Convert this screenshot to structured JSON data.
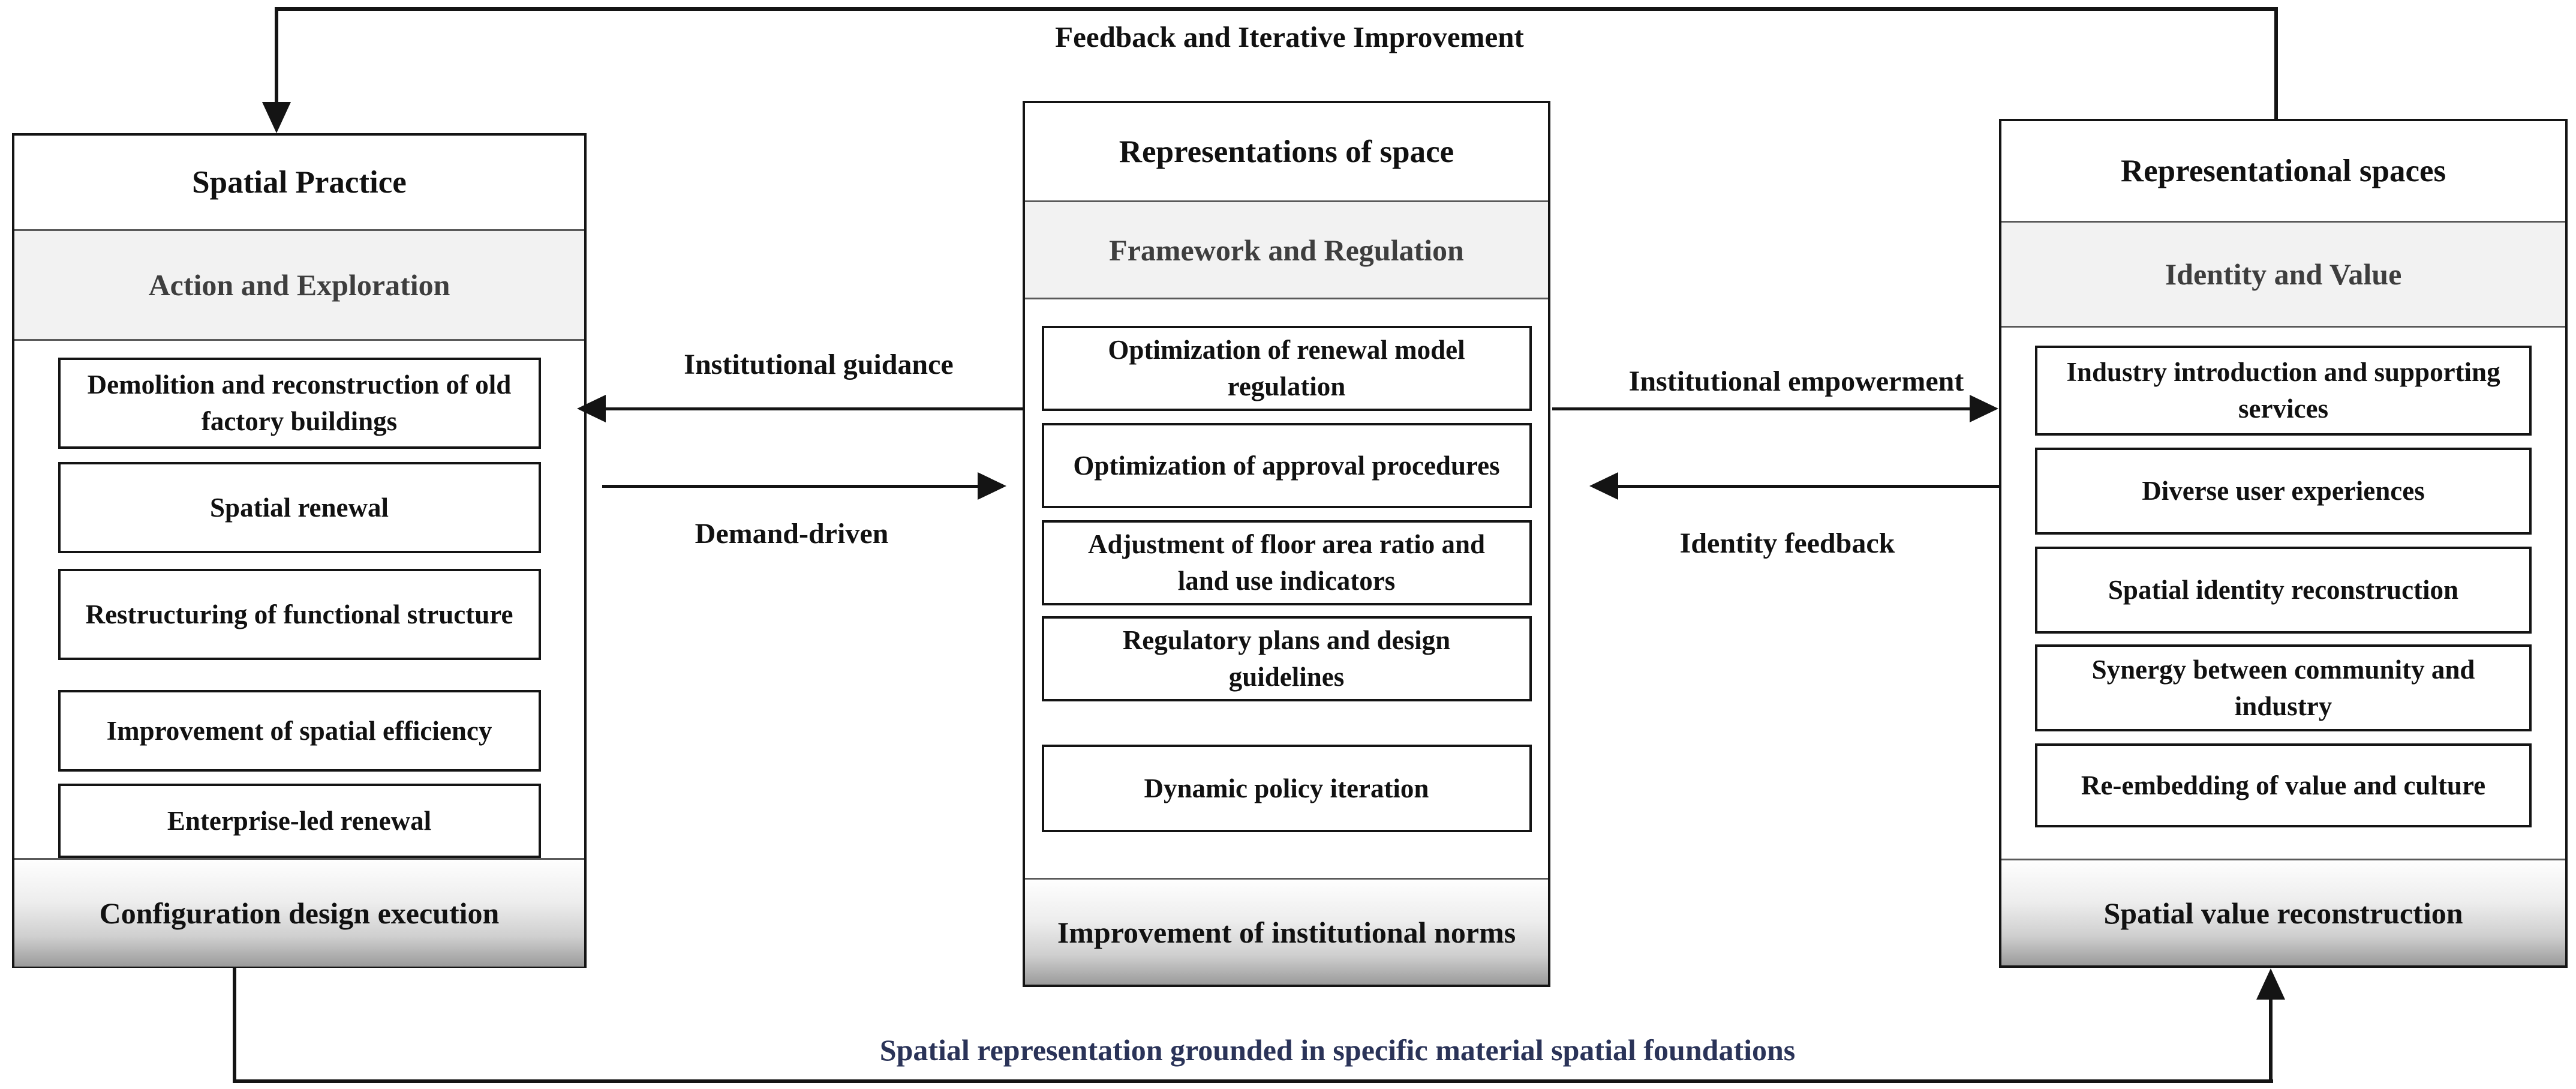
{
  "diagram": {
    "top_feedback_label": "Feedback and Iterative Improvement",
    "bottom_label": "Spatial representation grounded in specific material spatial foundations",
    "colors": {
      "line": "#141414",
      "navy_caption": "#2a3358",
      "subheader_bg": "#f2f2f2",
      "subheader_text": "#3e3e3e",
      "footer_gradient_end": "#9b9b9b"
    },
    "columns": [
      {
        "id": "spatial-practice",
        "title": "Spatial Practice",
        "subtitle": "Action and Exploration",
        "items": [
          "Demolition and reconstruction of old factory buildings",
          "Spatial renewal",
          "Restructuring of functional structure",
          "Improvement of spatial efficiency",
          "Enterprise-led renewal"
        ],
        "footer": "Configuration design execution"
      },
      {
        "id": "representations-of-space",
        "title": "Representations of space",
        "subtitle": "Framework and Regulation",
        "items": [
          "Optimization of renewal model regulation",
          "Optimization of approval procedures",
          "Adjustment of floor area ratio and land use indicators",
          "Regulatory plans and design guidelines",
          "Dynamic policy iteration"
        ],
        "footer": "Improvement of institutional norms"
      },
      {
        "id": "representational-spaces",
        "title": "Representational spaces",
        "subtitle": "Identity and Value",
        "items": [
          "Industry introduction and supporting services",
          "Diverse user experiences",
          "Spatial identity reconstruction",
          "Synergy between community and industry",
          "Re-embedding of value and culture"
        ],
        "footer": "Spatial value reconstruction"
      }
    ],
    "arrows": [
      {
        "label": "Institutional guidance",
        "direction": "left"
      },
      {
        "label": "Demand-driven",
        "direction": "right"
      },
      {
        "label": "Institutional empowerment",
        "direction": "right"
      },
      {
        "label": "Identity feedback",
        "direction": "left"
      }
    ]
  }
}
